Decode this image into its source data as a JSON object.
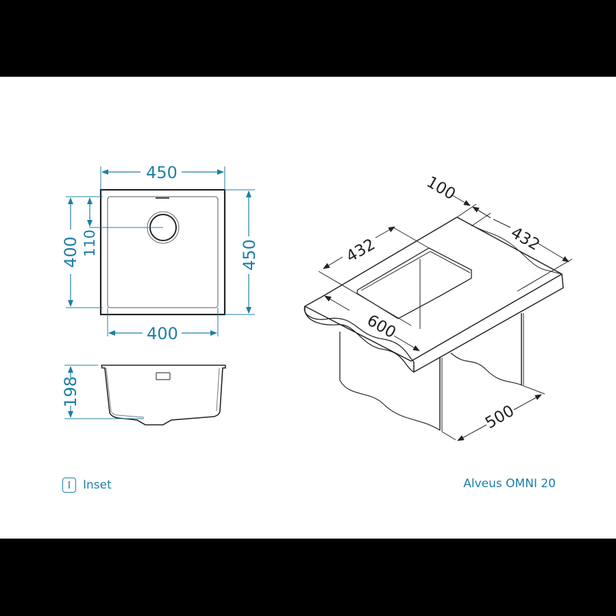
{
  "diagram": {
    "title": "Alveus OMNI 20",
    "mounting": {
      "badge": "I",
      "label": "Inset"
    },
    "top_view": {
      "outer_width": "450",
      "inner_width": "400",
      "outer_depth": "450",
      "inner_depth": "400",
      "drain_offset": "110"
    },
    "side_view": {
      "height": "198"
    },
    "install_view": {
      "cutout_width": "432",
      "cutout_depth": "432",
      "back_offset": "100",
      "countertop_depth": "600",
      "cabinet_width": "500"
    },
    "colors": {
      "dimension": "#1d7fa6",
      "outline": "#222222",
      "background": "#ffffff",
      "frame": "#000000"
    }
  }
}
